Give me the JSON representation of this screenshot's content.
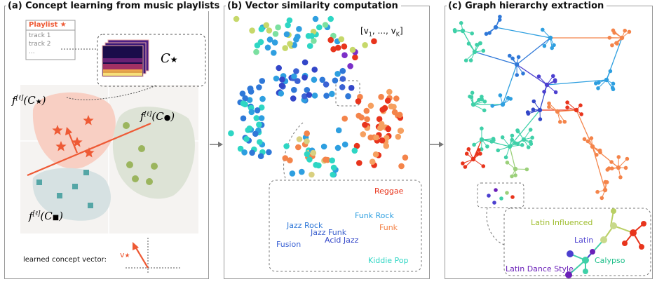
{
  "panel_a": {
    "title": "(a) Concept learning from music playlists",
    "playlist": {
      "header": "Playlist",
      "tracks": [
        "track 1",
        "track 2",
        "..."
      ]
    },
    "c_star": "C",
    "star_glyph": "★",
    "f_star": "f",
    "f_circle": "f",
    "f_square": "f",
    "ell": "[ℓ]",
    "arg_star": "(C",
    "arg_circle": "(C",
    "arg_square": "(C",
    "close_paren": ")",
    "circle_glyph": "●",
    "square_glyph": "■",
    "learned_vector_label": "learned concept vector:",
    "v_label": "v",
    "colors": {
      "star": "#f0553a",
      "circle_region": "#dde3d6",
      "star_region": "#f8d3c8",
      "square_region": "#d8e2e3",
      "circle_pt": "#9bb55e",
      "square_pt": "#55a6a6"
    }
  },
  "panel_b": {
    "title": "(b) Vector similarity computation",
    "vector": "[v",
    "vector_sub1": "1",
    "vector_mid": ", ..., v",
    "vector_subK": "K",
    "vector_end": "]",
    "genres": [
      {
        "name": "Reggae",
        "color": "#e8341c"
      },
      {
        "name": "Funk Rock",
        "color": "#2e9fe0"
      },
      {
        "name": "Jazz Rock",
        "color": "#2f78d8"
      },
      {
        "name": "Funk",
        "color": "#f4844a"
      },
      {
        "name": "Jazz Funk",
        "color": "#3a5fcd"
      },
      {
        "name": "Acid Jazz",
        "color": "#3346c8"
      },
      {
        "name": "Fusion",
        "color": "#3b62d4"
      },
      {
        "name": "Kiddie Pop",
        "color": "#2ed6c4"
      }
    ]
  },
  "panel_c": {
    "title": "(c) Graph hierarchy extraction",
    "labels": [
      {
        "name": "Latin Influenced",
        "color": "#9fbd2f"
      },
      {
        "name": "Latin",
        "color": "#4b3fcf"
      },
      {
        "name": "Calypso",
        "color": "#1fbf8a"
      },
      {
        "name": "Latin Dance Style",
        "color": "#6a1fb8"
      }
    ]
  }
}
